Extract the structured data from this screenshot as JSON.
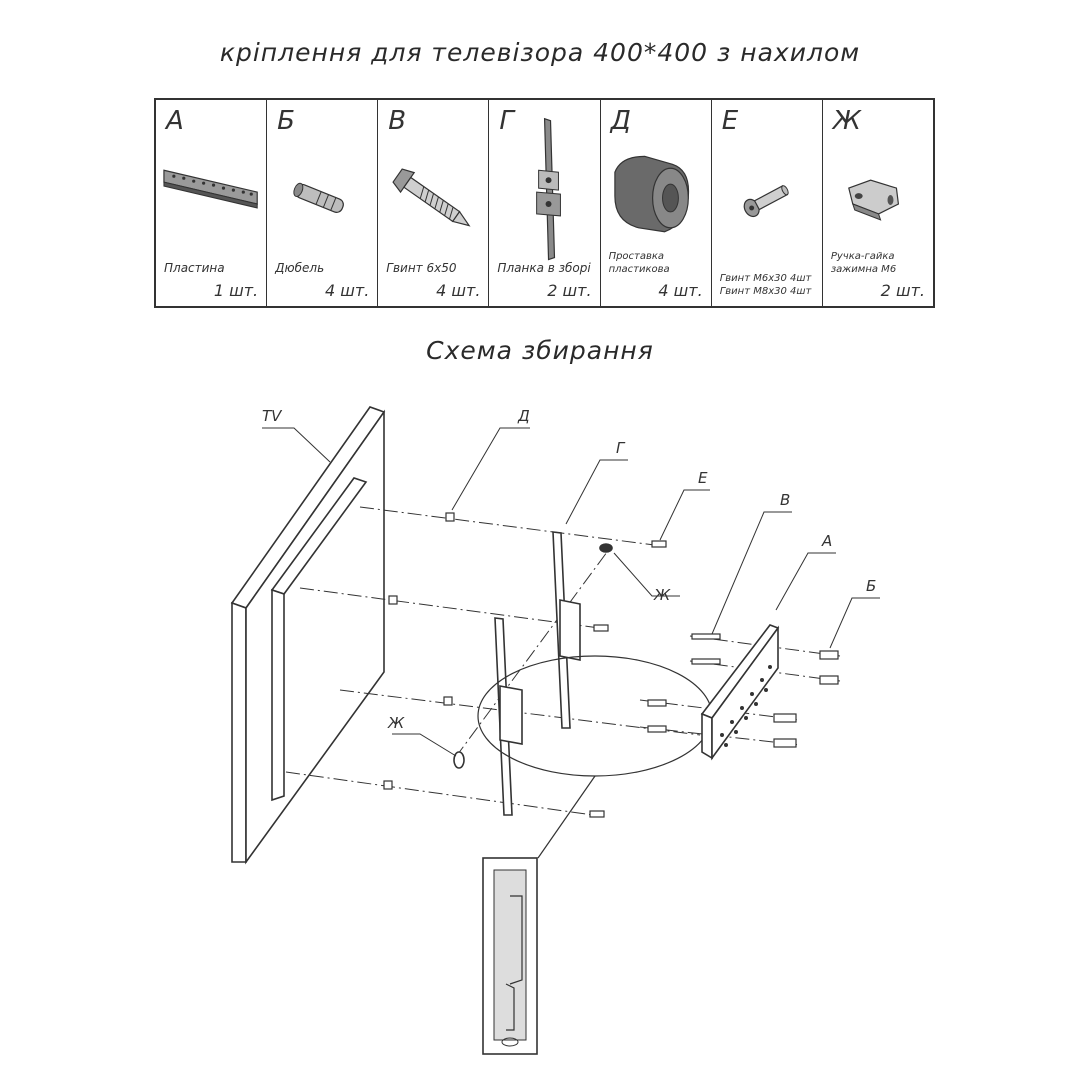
{
  "title": "кріплення для телевізора 400*400 з нахилом",
  "parts": [
    {
      "letter": "А",
      "name": "Пластина",
      "qty": "1 шт."
    },
    {
      "letter": "Б",
      "name": "Дюбель",
      "qty": "4 шт."
    },
    {
      "letter": "В",
      "name": "Гвинт 6х50",
      "qty": "4 шт."
    },
    {
      "letter": "Г",
      "name": "Планка в зборі",
      "qty": "2 шт."
    },
    {
      "letter": "Д",
      "name_line1": "Проставка",
      "name_line2": "пластикова",
      "qty": "4 шт."
    },
    {
      "letter": "Е",
      "name_line1": "Гвинт М6х30  4шт",
      "name_line2": "Гвинт М8х30 4шт"
    },
    {
      "letter": "Ж",
      "name_line1": "Ручка-гайка",
      "name_line2": "зажимна М6",
      "qty": "2 шт."
    }
  ],
  "scheme_title": "Схема збирання",
  "callouts": {
    "tv": "TV",
    "d": "Д",
    "g": "Г",
    "e": "Е",
    "v": "В",
    "a": "А",
    "b": "Б",
    "zh_top": "Ж",
    "zh_left": "Ж"
  }
}
